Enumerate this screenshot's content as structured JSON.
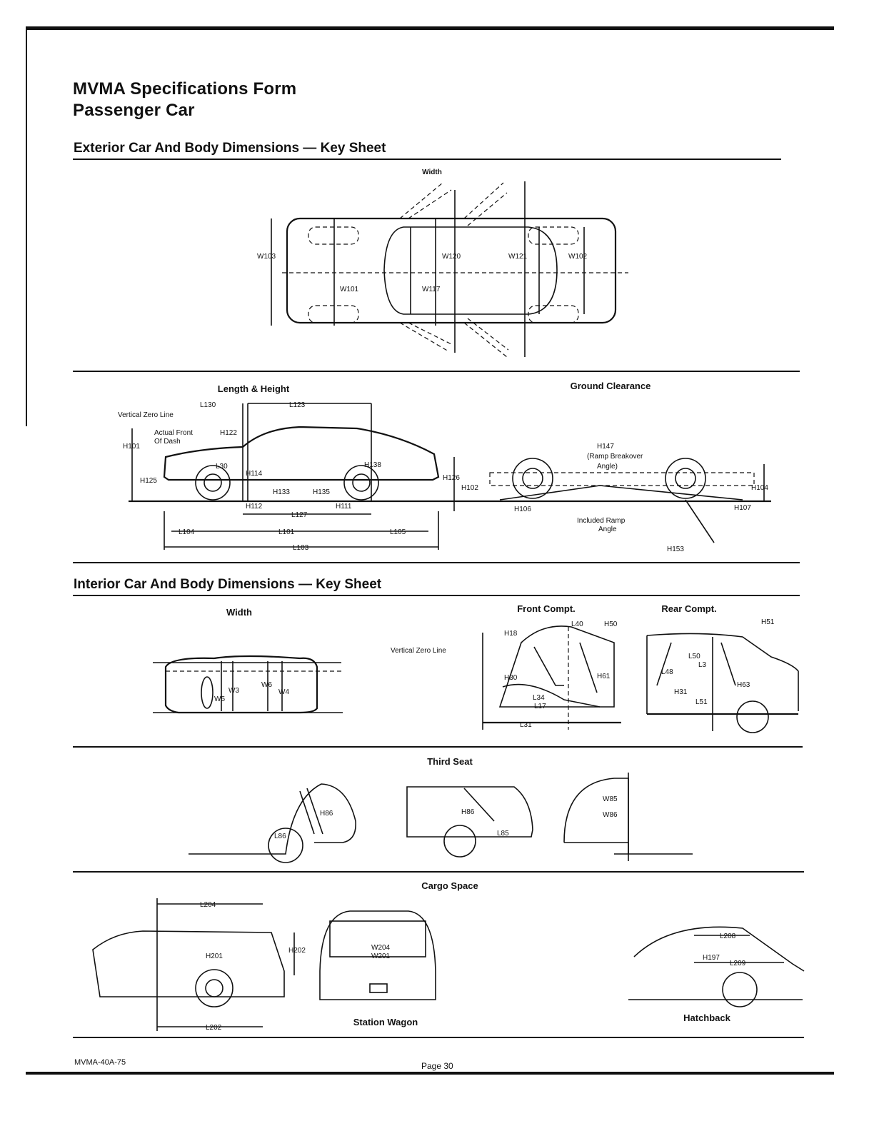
{
  "header": {
    "title_line1": "MVMA Specifications Form",
    "title_line2": "Passenger Car"
  },
  "exterior": {
    "heading": "Exterior Car And Body Dimensions — Key Sheet",
    "width_label": "Width",
    "width_codes": [
      "W103",
      "W101",
      "W120",
      "W117",
      "W121",
      "W102"
    ],
    "length_height_label": "Length & Height",
    "ground_clearance_label": "Ground Clearance",
    "lh_codes": {
      "l130": "L130",
      "l123": "L123",
      "vzl": "Vertical Zero Line",
      "h101": "H101",
      "af1": "Actual Front",
      "af2": "Of Dash",
      "h122": "H122",
      "l30": "L30",
      "h114": "H114",
      "h125": "H125",
      "h138": "H138",
      "h126": "H126",
      "h133": "H133",
      "h135": "H135",
      "h112": "H112",
      "h111": "H111",
      "l127": "L127",
      "l104": "L104",
      "l101": "L101",
      "l105": "L105",
      "l103": "L103"
    },
    "gc_codes": {
      "h147": "H147",
      "rba1": "(Ramp Breakover",
      "rba2": "Angle)",
      "h102": "H102",
      "h106": "H106",
      "ira1": "Included Ramp",
      "ira2": "Angle",
      "h104": "H104",
      "h107": "H107",
      "h153": "H153"
    }
  },
  "interior": {
    "heading": "Interior Car And Body Dimensions — Key Sheet",
    "width_label": "Width",
    "width_codes": [
      "W5",
      "W3",
      "W6",
      "W4"
    ],
    "front_label": "Front Compt.",
    "rear_label": "Rear Compt.",
    "vzl": "Vertical Zero Line",
    "front_codes": [
      "H18",
      "L40",
      "H50",
      "H30",
      "H61",
      "L34",
      "L17",
      "L31"
    ],
    "rear_codes": [
      "H51",
      "L50",
      "L3",
      "L48",
      "H31",
      "H63",
      "L51"
    ],
    "third_seat_label": "Third Seat",
    "third_codes": [
      "H86",
      "L86",
      "H86",
      "L85",
      "W85",
      "W86"
    ],
    "cargo_label": "Cargo Space",
    "cargo_codes": [
      "L204",
      "H201",
      "H202",
      "L202",
      "W204",
      "W201",
      "L208",
      "H197",
      "L209"
    ],
    "station_wagon_label": "Station Wagon",
    "hatchback_label": "Hatchback"
  },
  "footer": {
    "form_id": "MVMA-40A-75",
    "page": "Page 30"
  }
}
